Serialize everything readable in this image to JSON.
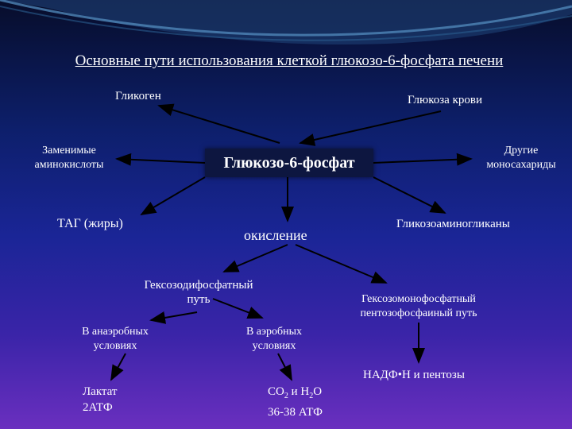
{
  "title": "Основные пути использования клеткой глюкозо-6-фосфата печени",
  "center": "Глюкозо-6-фосфат",
  "nodes": {
    "glycogen": "Гликоген",
    "blood_glucose": "Глюкоза крови",
    "amino_acids": [
      "Заменимые",
      "аминокислоты"
    ],
    "other_sugars": [
      "Другие",
      "моносахариды"
    ],
    "tag": "ТАГ (жиры)",
    "glycosaminoglycans": "Гликозоаминогликаны",
    "oxidation": "окисление",
    "hexose_diphosphate": [
      "Гексозодифосфатный",
      "путь"
    ],
    "hexose_monophosphate": [
      "Гексозомонофосфатный",
      "пентозофосфаиный путь"
    ],
    "anaerobic": [
      "В анаэробных",
      "условиях"
    ],
    "aerobic": [
      "В аэробных",
      "условиях"
    ],
    "lactate": [
      "Лактат",
      "2АТФ"
    ],
    "co2": {
      "co": "CO",
      "sub2": "2",
      "and_h": " и H",
      "subh": "2",
      "o": "O"
    },
    "atp_aerobic": "36-38 АТФ",
    "nadph": "НАДФ•Н и пентозы"
  },
  "colors": {
    "arrow": "#000000",
    "box": "#0d1640",
    "text": "#ffffff"
  }
}
